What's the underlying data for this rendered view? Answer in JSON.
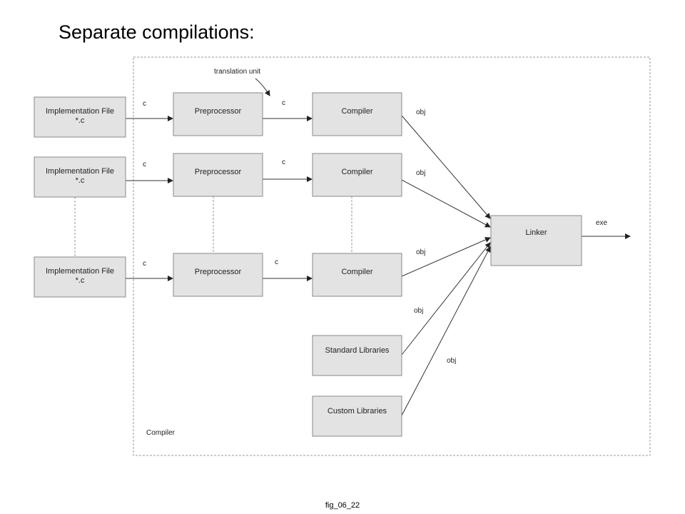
{
  "title": "Separate compilations:",
  "caption": "fig_06_22",
  "diagram": {
    "frame_label": "Compiler",
    "annotation": "translation unit",
    "boxes": {
      "impl1": [
        "Implementation File",
        "*.c"
      ],
      "impl2": [
        "Implementation File",
        "*.c"
      ],
      "impl3": [
        "Implementation File",
        "*.c"
      ],
      "pre1": [
        "Preprocessor"
      ],
      "pre2": [
        "Preprocessor"
      ],
      "pre3": [
        "Preprocessor"
      ],
      "comp1": [
        "Compiler"
      ],
      "comp2": [
        "Compiler"
      ],
      "comp3": [
        "Compiler"
      ],
      "stdlib": [
        "Standard Libraries"
      ],
      "custlib": [
        "Custom Libraries"
      ],
      "linker": [
        "Linker"
      ]
    },
    "edge_labels": {
      "impl1_pre1": "c",
      "impl2_pre2": "c",
      "impl3_pre3": "c",
      "pre1_comp1": "c",
      "pre2_comp2": "c",
      "pre3_comp3": "c",
      "comp1_linker": "obj",
      "comp2_linker": "obj",
      "comp3_linker": "obj",
      "stdlib_linker": "obj",
      "custlib_linker": "obj",
      "linker_out": "exe"
    }
  }
}
